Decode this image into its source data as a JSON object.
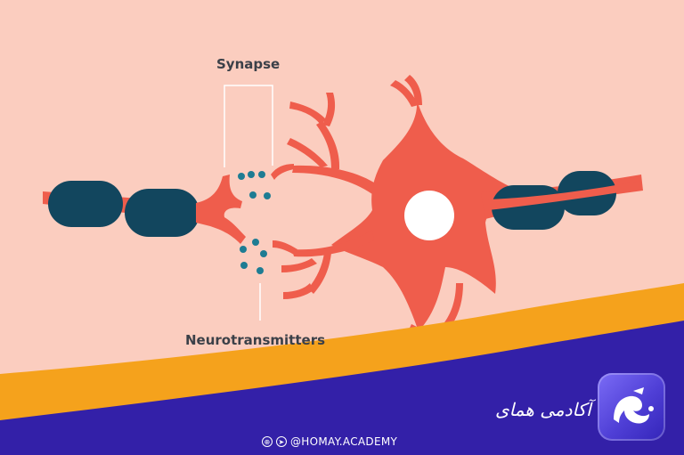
{
  "diagram": {
    "synapse_label": "Synapse",
    "neurotransmitters_label": "Neurotransmitters"
  },
  "branding": {
    "name": "آکادمی همای",
    "handle": "@HOMAY.ACADEMY",
    "logo_icon": "homay-logo-icon",
    "social_icons": [
      "globe-icon",
      "telegram-icon"
    ]
  },
  "colors": {
    "background": "#fbcdbf",
    "neuron": "#ef5d4c",
    "myelin": "#12465e",
    "neurotransmitter": "#1e7c93",
    "band_orange": "#f5a21c",
    "band_purple": "#3320a8"
  }
}
